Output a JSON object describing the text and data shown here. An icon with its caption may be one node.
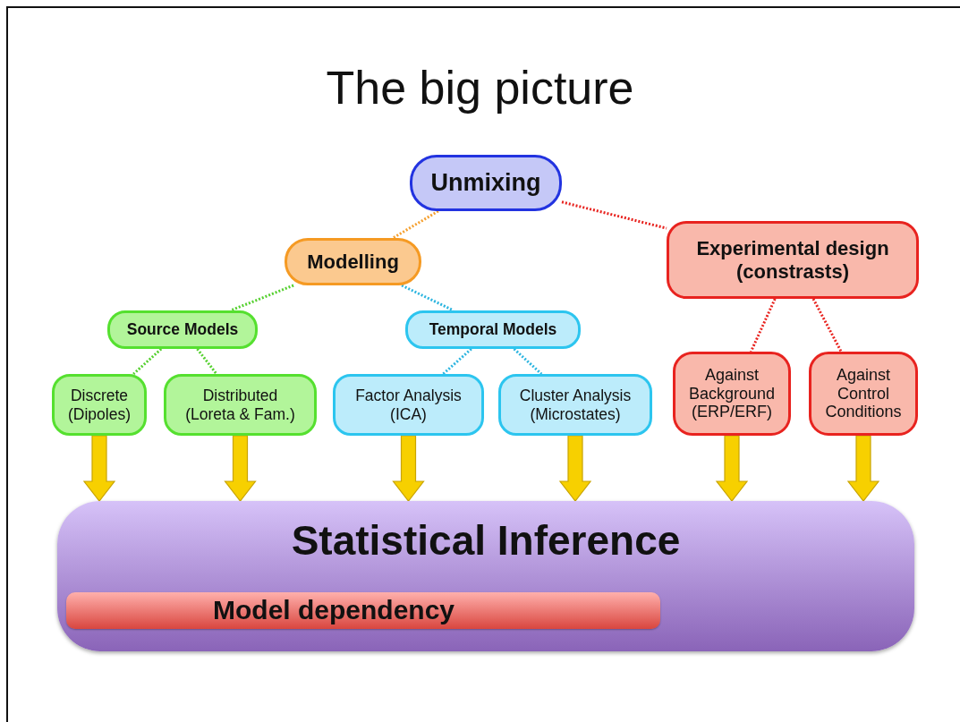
{
  "diagram": {
    "title": "The big picture",
    "nodes": [
      {
        "text": [
          "Unmixing"
        ]
      },
      {
        "text": [
          "Modelling"
        ]
      },
      {
        "text": [
          "Experimental design (constrasts)"
        ]
      },
      {
        "text": [
          "Source Models"
        ]
      },
      {
        "text": [
          "Temporal Models"
        ]
      },
      {
        "text": [
          "Discrete (Dipoles)"
        ]
      },
      {
        "text": [
          "Distributed (Loreta & Fam.)"
        ]
      },
      {
        "text": [
          "Factor Analysis (ICA)"
        ]
      },
      {
        "text": [
          "Cluster Analysis (Microstates)"
        ]
      },
      {
        "text": [
          "Against Background (ERP/ERF)"
        ]
      },
      {
        "text": [
          "Against Control Conditions"
        ]
      },
      {
        "text": [
          "Statistical Inference"
        ]
      },
      {
        "text": [
          "Model dependency"
        ],
        "in": 11
      }
    ],
    "edges": [
      {
        "from": 0,
        "to": 1,
        "arrow": "none",
        "style": "dashed",
        "color": "#f5a030"
      },
      {
        "from": 0,
        "to": 2,
        "arrow": "none",
        "style": "dashed",
        "color": "#e8231f"
      },
      {
        "from": 1,
        "to": 3,
        "arrow": "none",
        "style": "dashed",
        "color": "#55d02f"
      },
      {
        "from": 1,
        "to": 4,
        "arrow": "none",
        "style": "dashed",
        "color": "#2cb5e0"
      },
      {
        "from": 3,
        "to": 5,
        "arrow": "none",
        "style": "dashed",
        "color": "#55d02f"
      },
      {
        "from": 3,
        "to": 6,
        "arrow": "none",
        "style": "dashed",
        "color": "#55d02f"
      },
      {
        "from": 4,
        "to": 7,
        "arrow": "none",
        "style": "dashed",
        "color": "#2cb5e0"
      },
      {
        "from": 4,
        "to": 8,
        "arrow": "none",
        "style": "dashed",
        "color": "#2cb5e0"
      },
      {
        "from": 2,
        "to": 9,
        "arrow": "none",
        "style": "dashed",
        "color": "#e8231f"
      },
      {
        "from": 2,
        "to": 10,
        "arrow": "none",
        "style": "dashed",
        "color": "#e8231f"
      },
      {
        "from": 5,
        "to": 11,
        "arrow": "to",
        "style": "thick",
        "color": "#f7d000"
      },
      {
        "from": 6,
        "to": 11,
        "arrow": "to",
        "style": "thick",
        "color": "#f7d000"
      },
      {
        "from": 7,
        "to": 11,
        "arrow": "to",
        "style": "thick",
        "color": "#f7d000"
      },
      {
        "from": 8,
        "to": 11,
        "arrow": "to",
        "style": "thick",
        "color": "#f7d000"
      },
      {
        "from": 9,
        "to": 11,
        "arrow": "to",
        "style": "thick",
        "color": "#f7d000"
      },
      {
        "from": 10,
        "to": 11,
        "arrow": "to",
        "style": "thick",
        "color": "#f7d000"
      }
    ]
  }
}
